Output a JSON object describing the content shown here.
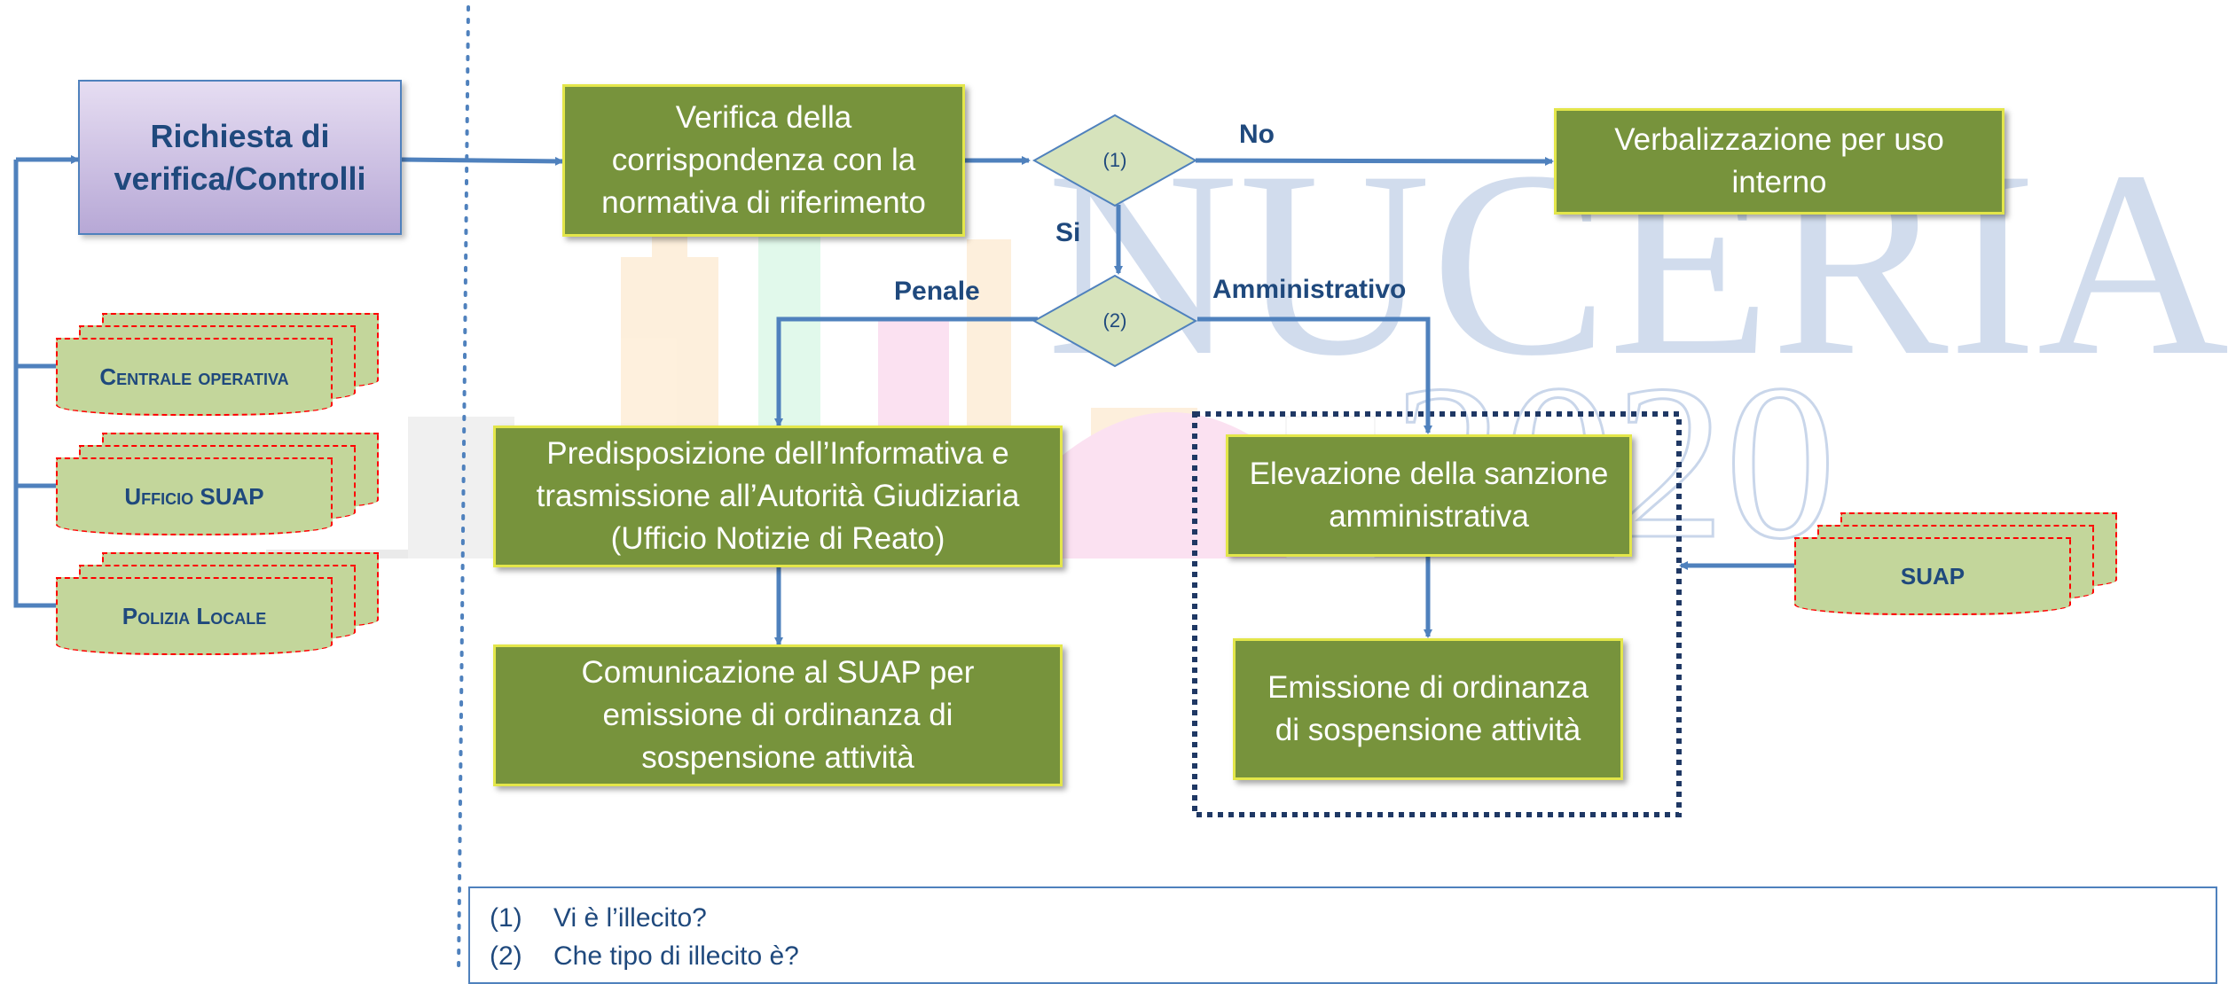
{
  "request_box": "Richiesta di verifica/Controlli",
  "sources": [
    {
      "label": "Centrale operativa"
    },
    {
      "label": "Ufficio SUAP"
    },
    {
      "label": "Polizia Locale"
    }
  ],
  "steps": {
    "verify": "Verifica della corrispondenza con la normativa di riferimento",
    "internal_report": "Verbalizzazione per uso interno",
    "informativa": "Predisposizione dell’Informativa e trasmissione all’Autorità Giudiziaria (Ufficio Notizie di Reato)",
    "communication": "Comunicazione al SUAP per emissione di ordinanza di sospensione attività",
    "sanction": "Elevazione della sanzione amministrativa",
    "ordinance": "Emissione di ordinanza di sospensione attività"
  },
  "decisions": {
    "d1": "(1)",
    "d2": "(2)"
  },
  "edge_labels": {
    "no": "No",
    "si": "Si",
    "penale": "Penale",
    "amministrativo": "Amministrativo"
  },
  "suap_doc": "SUAP",
  "watermark": {
    "line1": "NUCERIA",
    "line2": "2020"
  },
  "notes": [
    {
      "num": "(1)",
      "text": "Vi è l’illecito?"
    },
    {
      "num": "(2)",
      "text": "Che tipo di illecito è?"
    }
  ],
  "colors": {
    "step_green": "#77933c",
    "connector_blue": "#4f81bd",
    "text_navy": "#1f497d",
    "doc_green": "#c3d69b"
  }
}
